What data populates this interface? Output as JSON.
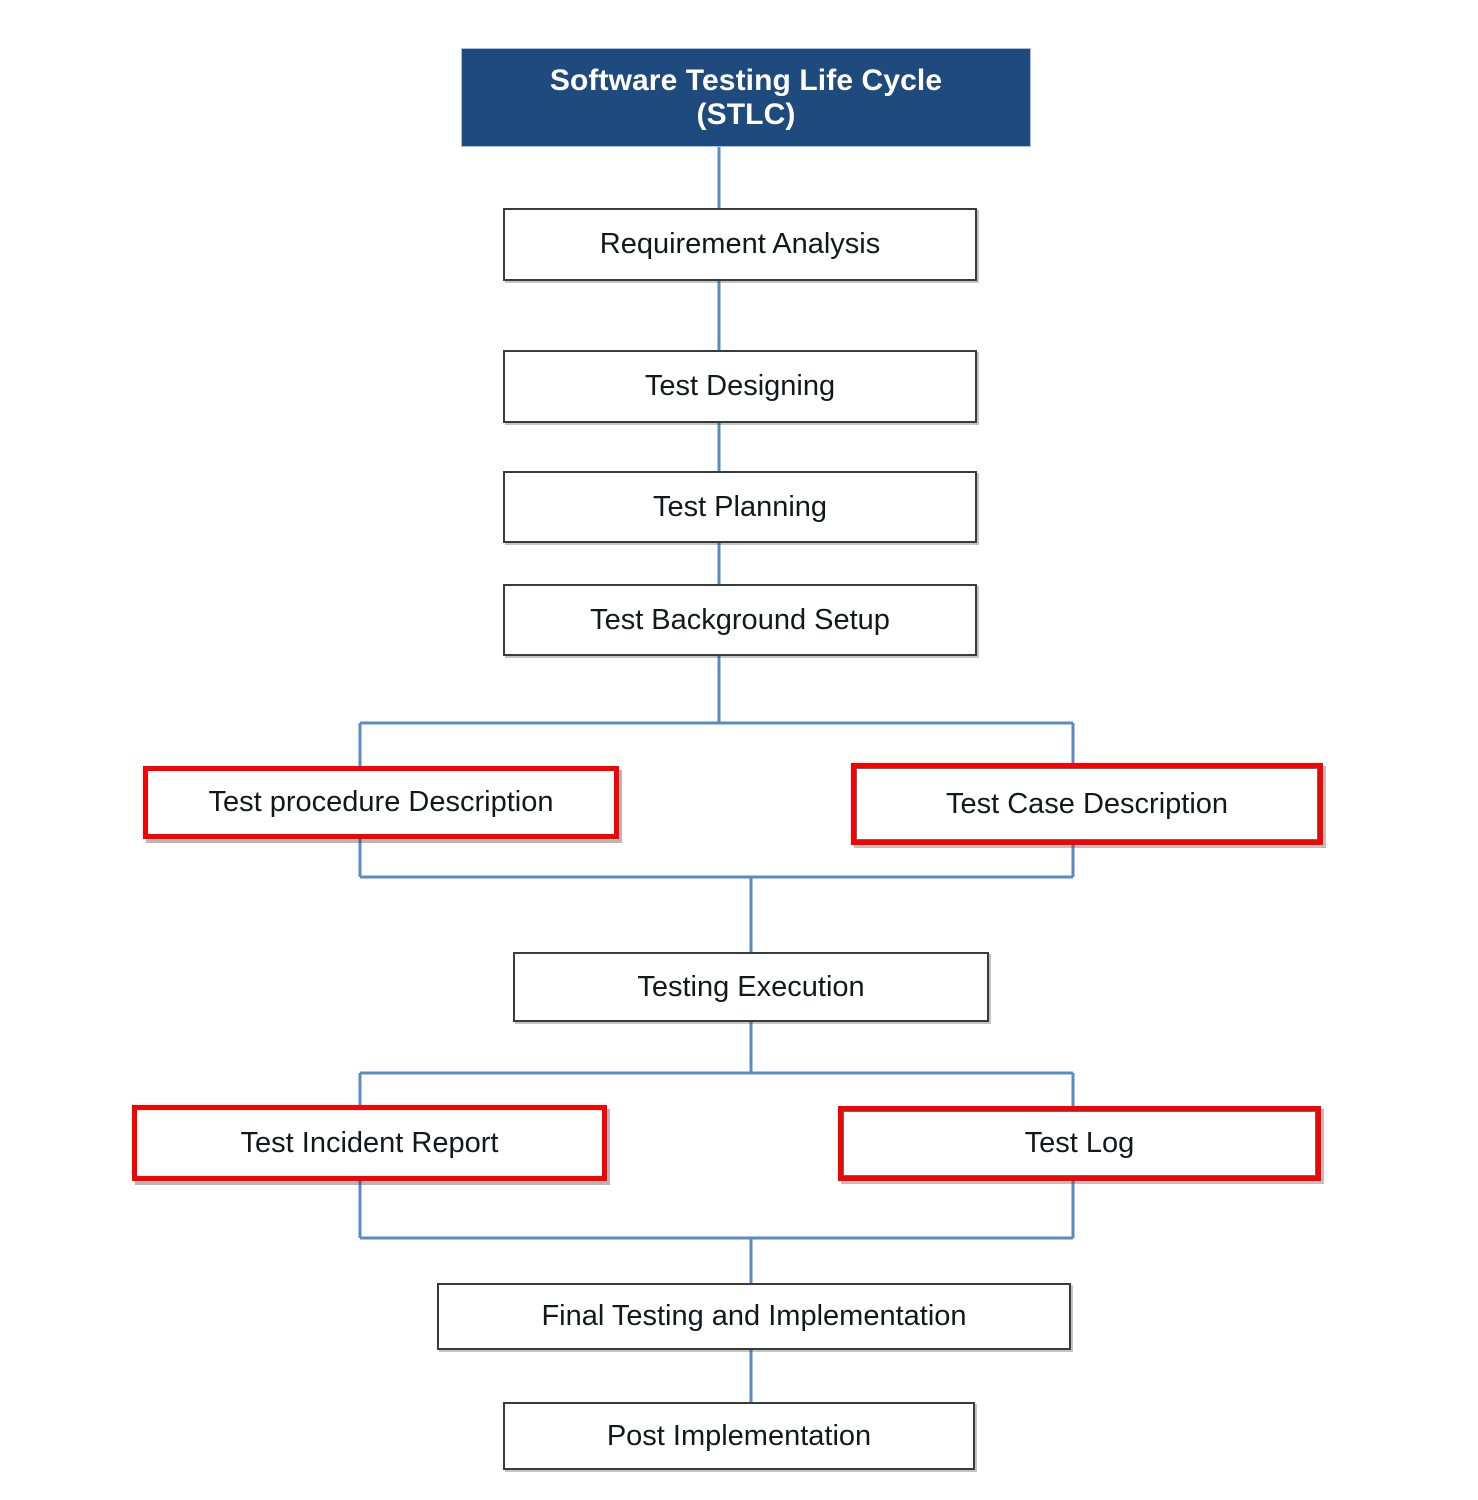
{
  "diagram": {
    "title": "Software Testing Life Cycle\n(STLC)",
    "title_line1": "Software Testing Life Cycle",
    "title_line2": "(STLC)",
    "colors": {
      "header_fill": "#1f4a7d",
      "header_text": "#ffffff",
      "box_border": "#3b3b3b",
      "box_fill": "#ffffff",
      "box_text": "#14181d",
      "highlight_border": "#fc0000",
      "connector_line": "#5b8ac4",
      "page_background": "#ffffff"
    },
    "nodes": [
      {
        "id": "header",
        "label": "Software Testing Life Cycle\n(STLC)",
        "type": "header"
      },
      {
        "id": "requirement",
        "label": "Requirement Analysis",
        "type": "step"
      },
      {
        "id": "test-designing",
        "label": "Test Designing",
        "type": "step"
      },
      {
        "id": "test-planning",
        "label": "Test Planning",
        "type": "step"
      },
      {
        "id": "background-setup",
        "label": "Test Background Setup",
        "type": "step"
      },
      {
        "id": "procedure-desc",
        "label": "Test procedure Description",
        "type": "artifact"
      },
      {
        "id": "case-desc",
        "label": "Test Case Description",
        "type": "artifact"
      },
      {
        "id": "testing-execution",
        "label": "Testing Execution",
        "type": "step"
      },
      {
        "id": "incident-report",
        "label": "Test Incident Report",
        "type": "artifact"
      },
      {
        "id": "test-log",
        "label": "Test Log",
        "type": "artifact"
      },
      {
        "id": "final-testing",
        "label": "Final Testing and Implementation",
        "type": "step"
      },
      {
        "id": "post-impl",
        "label": "Post Implementation",
        "type": "step"
      }
    ],
    "flow_sequence": [
      "Software Testing Life Cycle (STLC)",
      "Requirement Analysis",
      "Test Designing",
      "Test Planning",
      "Test Background Setup",
      "Test procedure Description / Test Case Description",
      "Testing Execution",
      "Test Incident Report / Test Log",
      "Final Testing and Implementation",
      "Post Implementation"
    ]
  }
}
